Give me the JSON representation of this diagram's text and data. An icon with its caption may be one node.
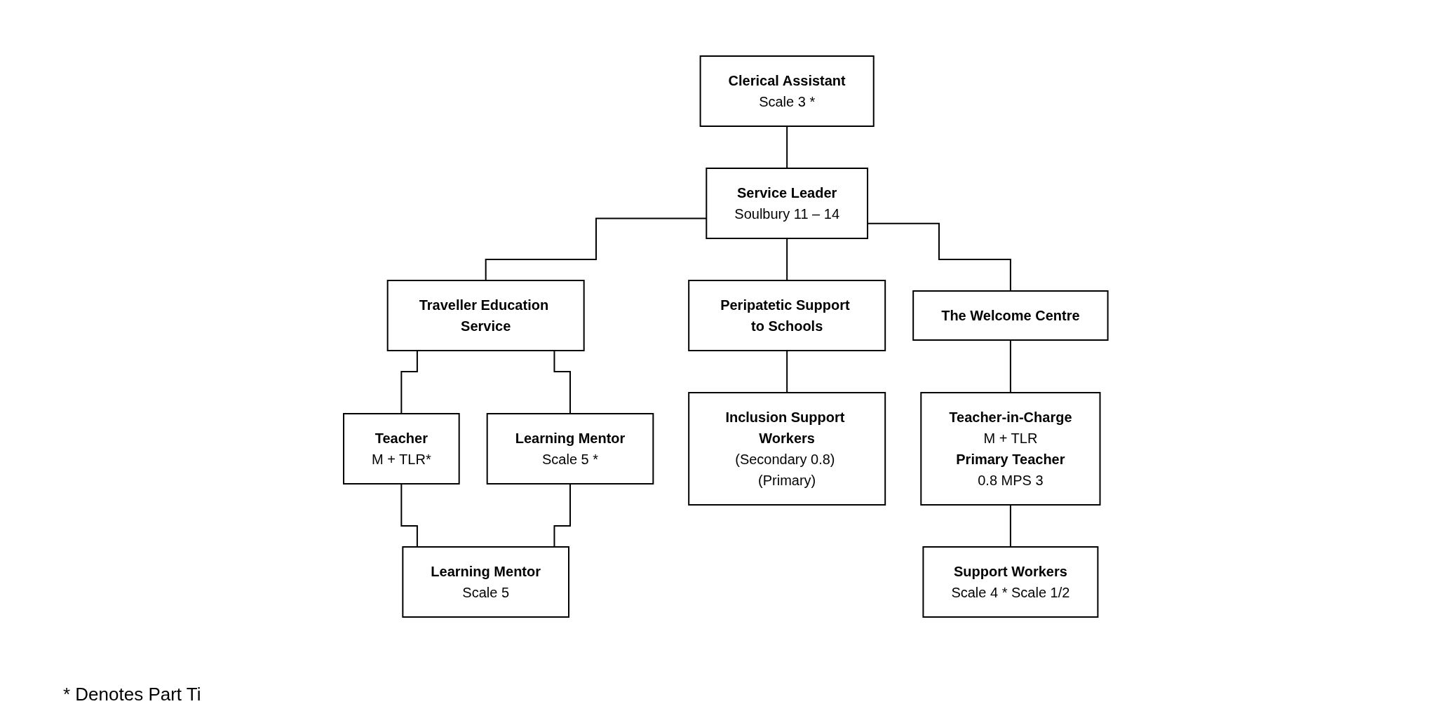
{
  "diagram": {
    "nodes": [
      {
        "text": [
          "Clerical Assistant",
          "Scale 3 *"
        ]
      },
      {
        "text": [
          "Service Leader",
          "Soulbury 11 – 14"
        ]
      },
      {
        "text": [
          "Traveller Education Service"
        ]
      },
      {
        "text": [
          "Peripatetic Support to Schools"
        ]
      },
      {
        "text": [
          "The Welcome Centre"
        ]
      },
      {
        "text": [
          "Teacher",
          "M + TLR*"
        ]
      },
      {
        "text": [
          "Learning Mentor",
          "Scale 5 *"
        ]
      },
      {
        "text": [
          "Learning Mentor",
          "Scale 5"
        ]
      },
      {
        "text": [
          "Inclusion Support Workers",
          "(Secondary 0.8) (Primary)"
        ]
      },
      {
        "text": [
          "Teacher-in-Charge",
          "M + TLR",
          "Primary Teacher",
          "0.8 MPS 3"
        ]
      },
      {
        "text": [
          "Support Workers",
          "Scale 4 * Scale 1/2"
        ]
      }
    ],
    "edges": [
      {
        "from": 0,
        "to": 1,
        "arrow": "none"
      },
      {
        "from": 1,
        "to": 2,
        "arrow": "none"
      },
      {
        "from": 1,
        "to": 3,
        "arrow": "none"
      },
      {
        "from": 1,
        "to": 4,
        "arrow": "none"
      },
      {
        "from": 2,
        "to": 5,
        "arrow": "none"
      },
      {
        "from": 2,
        "to": 6,
        "arrow": "none"
      },
      {
        "from": 5,
        "to": 7,
        "arrow": "none"
      },
      {
        "from": 6,
        "to": 7,
        "arrow": "none"
      },
      {
        "from": 3,
        "to": 8,
        "arrow": "none"
      },
      {
        "from": 4,
        "to": 9,
        "arrow": "none"
      },
      {
        "from": 9,
        "to": 10,
        "arrow": "none"
      }
    ],
    "labels": [
      "* Denotes Part Ti"
    ]
  }
}
